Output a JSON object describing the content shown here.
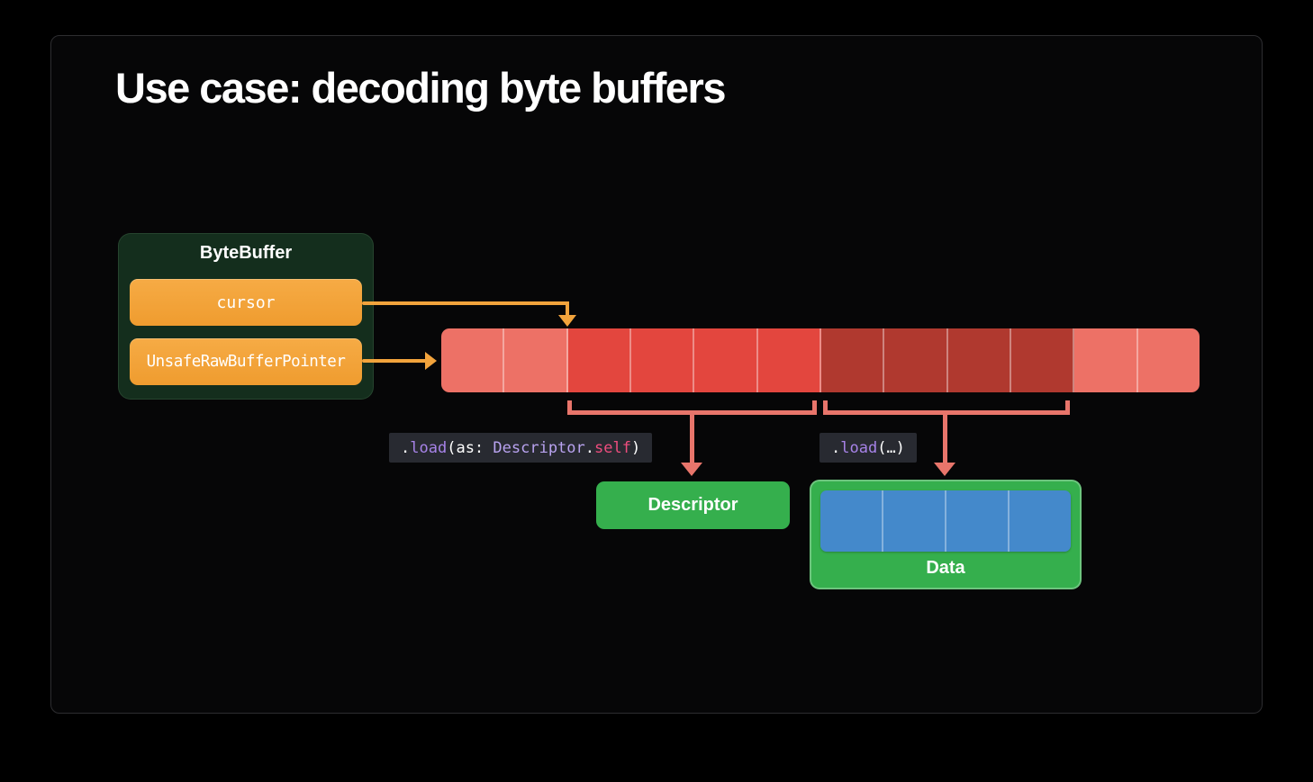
{
  "slide": {
    "title": "Use case: decoding byte buffers"
  },
  "byte_buffer_struct": {
    "title": "ByteBuffer",
    "fields": [
      {
        "label": "cursor"
      },
      {
        "label": "UnsafeRawBufferPointer"
      }
    ]
  },
  "buffer": {
    "cells": [
      {
        "region": "consumed",
        "color": "#ED7166"
      },
      {
        "region": "consumed",
        "color": "#ED7166"
      },
      {
        "region": "descriptor",
        "color": "#E3463E"
      },
      {
        "region": "descriptor",
        "color": "#E3463E"
      },
      {
        "region": "descriptor",
        "color": "#E3463E"
      },
      {
        "region": "descriptor",
        "color": "#E3463E"
      },
      {
        "region": "data",
        "color": "#B0392F"
      },
      {
        "region": "data",
        "color": "#B0392F"
      },
      {
        "region": "data",
        "color": "#B0392F"
      },
      {
        "region": "data",
        "color": "#B0392F"
      },
      {
        "region": "remaining",
        "color": "#ED7166"
      },
      {
        "region": "remaining",
        "color": "#ED7166"
      }
    ]
  },
  "annotations": {
    "load_descriptor": {
      "tokens": [
        {
          "text": ".",
          "color": "#FFFFFF"
        },
        {
          "text": "load",
          "color": "#A783E8"
        },
        {
          "text": "(",
          "color": "#FFFFFF"
        },
        {
          "text": "as: ",
          "color": "#FFFFFF"
        },
        {
          "text": "Descriptor",
          "color": "#B9A3F0"
        },
        {
          "text": ".",
          "color": "#FFFFFF"
        },
        {
          "text": "self",
          "color": "#EE4D7E"
        },
        {
          "text": ")",
          "color": "#FFFFFF"
        }
      ]
    },
    "load_ellipsis": {
      "tokens": [
        {
          "text": ".",
          "color": "#FFFFFF"
        },
        {
          "text": "load",
          "color": "#A783E8"
        },
        {
          "text": "(…)",
          "color": "#FFFFFF"
        }
      ]
    }
  },
  "outputs": {
    "descriptor_label": "Descriptor",
    "data_label": "Data",
    "data_cells": [
      {
        "color": "#4489CB"
      },
      {
        "color": "#4489CB"
      },
      {
        "color": "#4489CB"
      },
      {
        "color": "#4489CB"
      }
    ]
  },
  "colors": {
    "background": "#000000",
    "panel_border": "#2D2D30",
    "struct_background": "#142E1D",
    "field_orange": "#F2A33C",
    "buffer_light": "#ED7166",
    "buffer_bright_red": "#E3463E",
    "buffer_dark_red": "#B0392F",
    "bracket_salmon": "#E8756B",
    "result_green": "#35AF4D",
    "data_blue": "#4489CB",
    "code_chip_background": "#282A31"
  }
}
